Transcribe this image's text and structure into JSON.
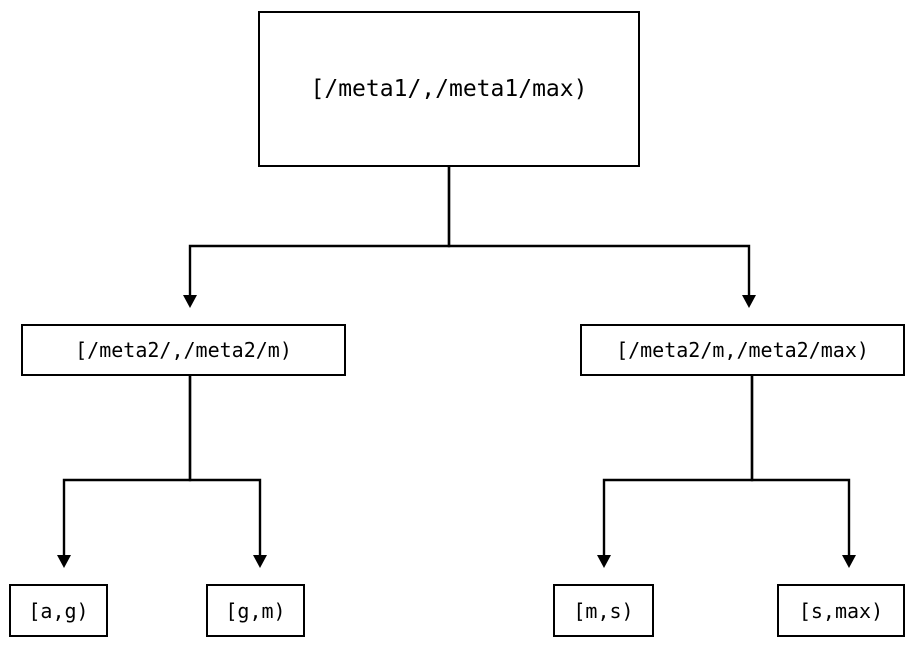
{
  "diagram": {
    "type": "range-partition-tree",
    "orientation": "top-down",
    "stroke_color": "#000000",
    "background_color": "#ffffff",
    "nodes": {
      "root": {
        "label": "[/meta1/,/meta1/max)",
        "level": 0
      },
      "meta2_low": {
        "label": "[/meta2/,/meta2/m)",
        "level": 1
      },
      "meta2_high": {
        "label": "[/meta2/m,/meta2/max)",
        "level": 1
      },
      "leaf_ag": {
        "label": "[a,g)",
        "level": 2
      },
      "leaf_gm": {
        "label": "[g,m)",
        "level": 2
      },
      "leaf_ms": {
        "label": "[m,s)",
        "level": 2
      },
      "leaf_smax": {
        "label": "[s,max)",
        "level": 2
      }
    },
    "edges": [
      {
        "from": "root",
        "to": "meta2_low",
        "arrow": "triangle-down"
      },
      {
        "from": "root",
        "to": "meta2_high",
        "arrow": "triangle-down"
      },
      {
        "from": "meta2_low",
        "to": "leaf_ag",
        "arrow": "triangle-down"
      },
      {
        "from": "meta2_low",
        "to": "leaf_gm",
        "arrow": "triangle-down"
      },
      {
        "from": "meta2_high",
        "to": "leaf_ms",
        "arrow": "triangle-down"
      },
      {
        "from": "meta2_high",
        "to": "leaf_smax",
        "arrow": "triangle-down"
      }
    ]
  }
}
